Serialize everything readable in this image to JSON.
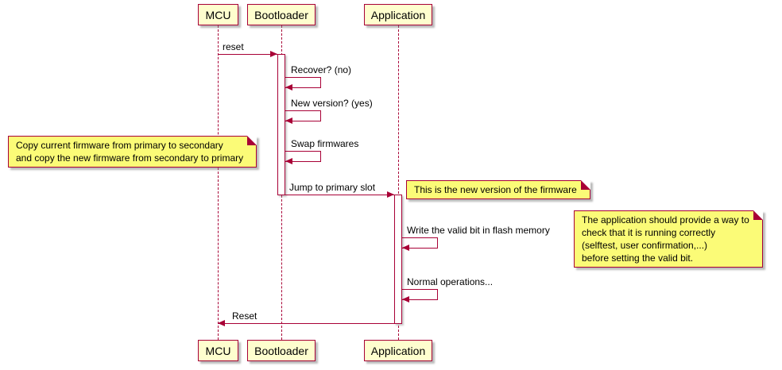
{
  "diagram": {
    "type": "sequence",
    "participants": [
      {
        "id": "mcu",
        "label": "MCU"
      },
      {
        "id": "bootloader",
        "label": "Bootloader"
      },
      {
        "id": "application",
        "label": "Application"
      }
    ],
    "messages": [
      {
        "id": "reset",
        "from": "MCU",
        "to": "Bootloader",
        "label": "reset"
      },
      {
        "id": "recover",
        "from": "Bootloader",
        "to": "Bootloader",
        "label": "Recover? (no)"
      },
      {
        "id": "new-version",
        "from": "Bootloader",
        "to": "Bootloader",
        "label": "New version? (yes)"
      },
      {
        "id": "swap-firmwares",
        "from": "Bootloader",
        "to": "Bootloader",
        "label": "Swap firmwares"
      },
      {
        "id": "jump-primary-slot",
        "from": "Bootloader",
        "to": "Application",
        "label": "Jump to primary slot"
      },
      {
        "id": "write-valid-bit",
        "from": "Application",
        "to": "Application",
        "label": "Write the valid bit in flash memory"
      },
      {
        "id": "normal-operations",
        "from": "Application",
        "to": "Application",
        "label": "Normal operations..."
      },
      {
        "id": "reset-back",
        "from": "Application",
        "to": "MCU",
        "label": "Reset"
      }
    ],
    "notes": [
      {
        "id": "copy-firmware",
        "position": "left of Bootloader",
        "lines": [
          "Copy current firmware from primary to secondary",
          "and copy the new firmware from secondary to primary"
        ]
      },
      {
        "id": "new-firmware-version",
        "position": "right of Application",
        "lines": [
          "This is the new version of the firmware"
        ]
      },
      {
        "id": "valid-bit",
        "position": "right of Application",
        "lines": [
          "The application should provide a way to",
          "check that it is running correctly",
          "(selftest, user confirmation,...)",
          "before setting the valid bit."
        ]
      }
    ],
    "colors": {
      "participant_fill": "#FEFECE",
      "note_fill": "#FBFB77",
      "stroke": "#A80036",
      "lifeline": "#A80036",
      "text": "#000000"
    }
  }
}
